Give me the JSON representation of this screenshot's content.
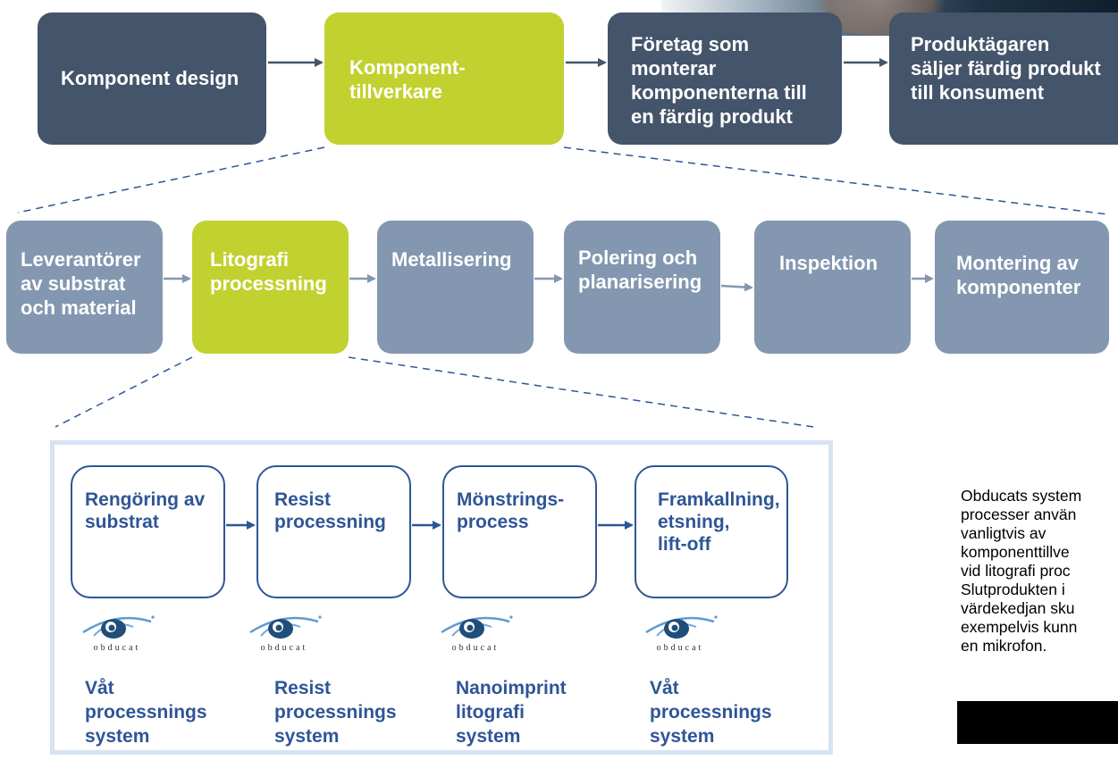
{
  "colors": {
    "dark_box": "#44546a",
    "highlight_box": "#c1d12f",
    "grey_box": "#8497b0",
    "process_blue": "#2f5597",
    "frame": "#d6e3f3"
  },
  "value_chain": [
    {
      "lines": [
        "Komponent design"
      ]
    },
    {
      "lines": [
        "Komponent-",
        "tillverkare"
      ]
    },
    {
      "lines": [
        "Företag som",
        "monterar",
        "komponenterna till",
        "en färdig produkt"
      ]
    },
    {
      "lines": [
        "Produktägaren",
        "säljer färdig produkt",
        "till konsument"
      ]
    }
  ],
  "manufacturing_steps": [
    {
      "lines": [
        "Leverantörer",
        "av substrat",
        "och material"
      ]
    },
    {
      "lines": [
        "Litografi",
        "processning"
      ]
    },
    {
      "lines": [
        "Metallisering"
      ]
    },
    {
      "lines": [
        "Polering och",
        "planarisering"
      ]
    },
    {
      "lines": [
        "Inspektion"
      ]
    },
    {
      "lines": [
        "Montering av",
        "komponenter"
      ]
    }
  ],
  "litho_steps": [
    {
      "lines": [
        "Rengöring av",
        "substrat"
      ]
    },
    {
      "lines": [
        "Resist",
        "processning"
      ]
    },
    {
      "lines": [
        "Mönstrings-",
        "process"
      ]
    },
    {
      "lines": [
        "Framkallning,",
        "etsning,",
        "lift-off"
      ]
    }
  ],
  "logo": {
    "icon": "obducat-eye-logo",
    "wordmark": "obducat"
  },
  "systems": [
    {
      "lines": [
        "Våt",
        "processnings",
        "system"
      ]
    },
    {
      "lines": [
        "Resist",
        "processnings",
        "system"
      ]
    },
    {
      "lines": [
        "Nanoimprint",
        "litografi",
        "system"
      ]
    },
    {
      "lines": [
        "Våt",
        "processnings",
        "system"
      ]
    }
  ],
  "side_note": {
    "lines": [
      "Obducats system",
      "processer använ",
      "vanligtvis av",
      "komponenttillve",
      "vid litografi proc",
      "Slutprodukten i",
      "värdekedjan sku",
      "exempelvis kunn",
      "en mikrofon."
    ]
  }
}
